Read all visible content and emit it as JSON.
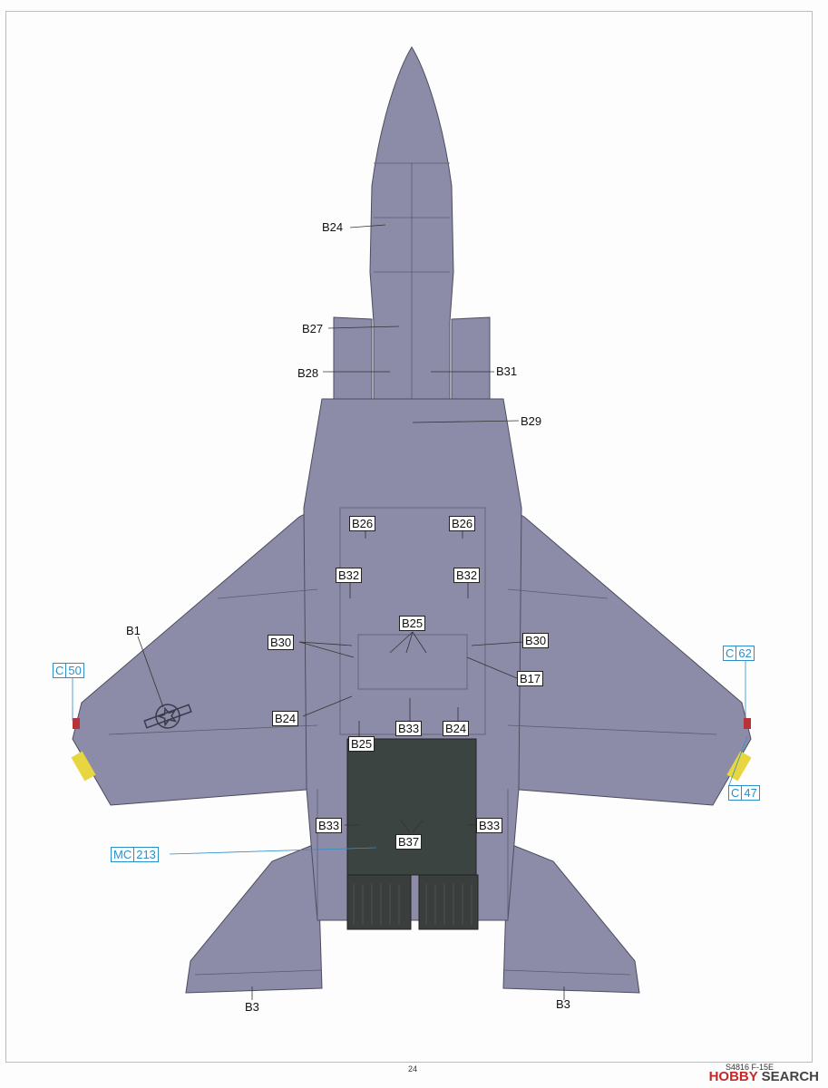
{
  "callouts": {
    "b24_nose": "B24",
    "b27": "B27",
    "b28": "B28",
    "b31": "B31",
    "b29": "B29",
    "b26_left": "B26",
    "b26_right": "B26",
    "b32_left": "B32",
    "b32_right": "B32",
    "b25_center": "B25",
    "b1": "B1",
    "b30_left": "B30",
    "b30_right": "B30",
    "b17": "B17",
    "b24_left": "B24",
    "b33_center": "B33",
    "b24_right": "B24",
    "b25_lower": "B25",
    "b33_left": "B33",
    "b33_right": "B33",
    "b37": "B37",
    "b3_left": "B3",
    "b3_right": "B3"
  },
  "color_refs": {
    "c50": {
      "letter": "C",
      "number": "50"
    },
    "c62": {
      "letter": "C",
      "number": "62"
    },
    "c47": {
      "letter": "C",
      "number": "47"
    },
    "mc213": {
      "letter": "MC",
      "number": "213"
    }
  },
  "footer": {
    "page_number": "24",
    "model_code": "S4816  F-15E"
  },
  "watermark": {
    "hobby": "HOBBY",
    "search": "SEARCH"
  },
  "colors": {
    "airframe": "#8d8ca8",
    "panel_line": "#5a5a72",
    "dark_belly": "#3c4442",
    "callout_blue": "#2a8fc9",
    "nav_light": "#b8323a",
    "stripe_yellow": "#e8d640"
  }
}
